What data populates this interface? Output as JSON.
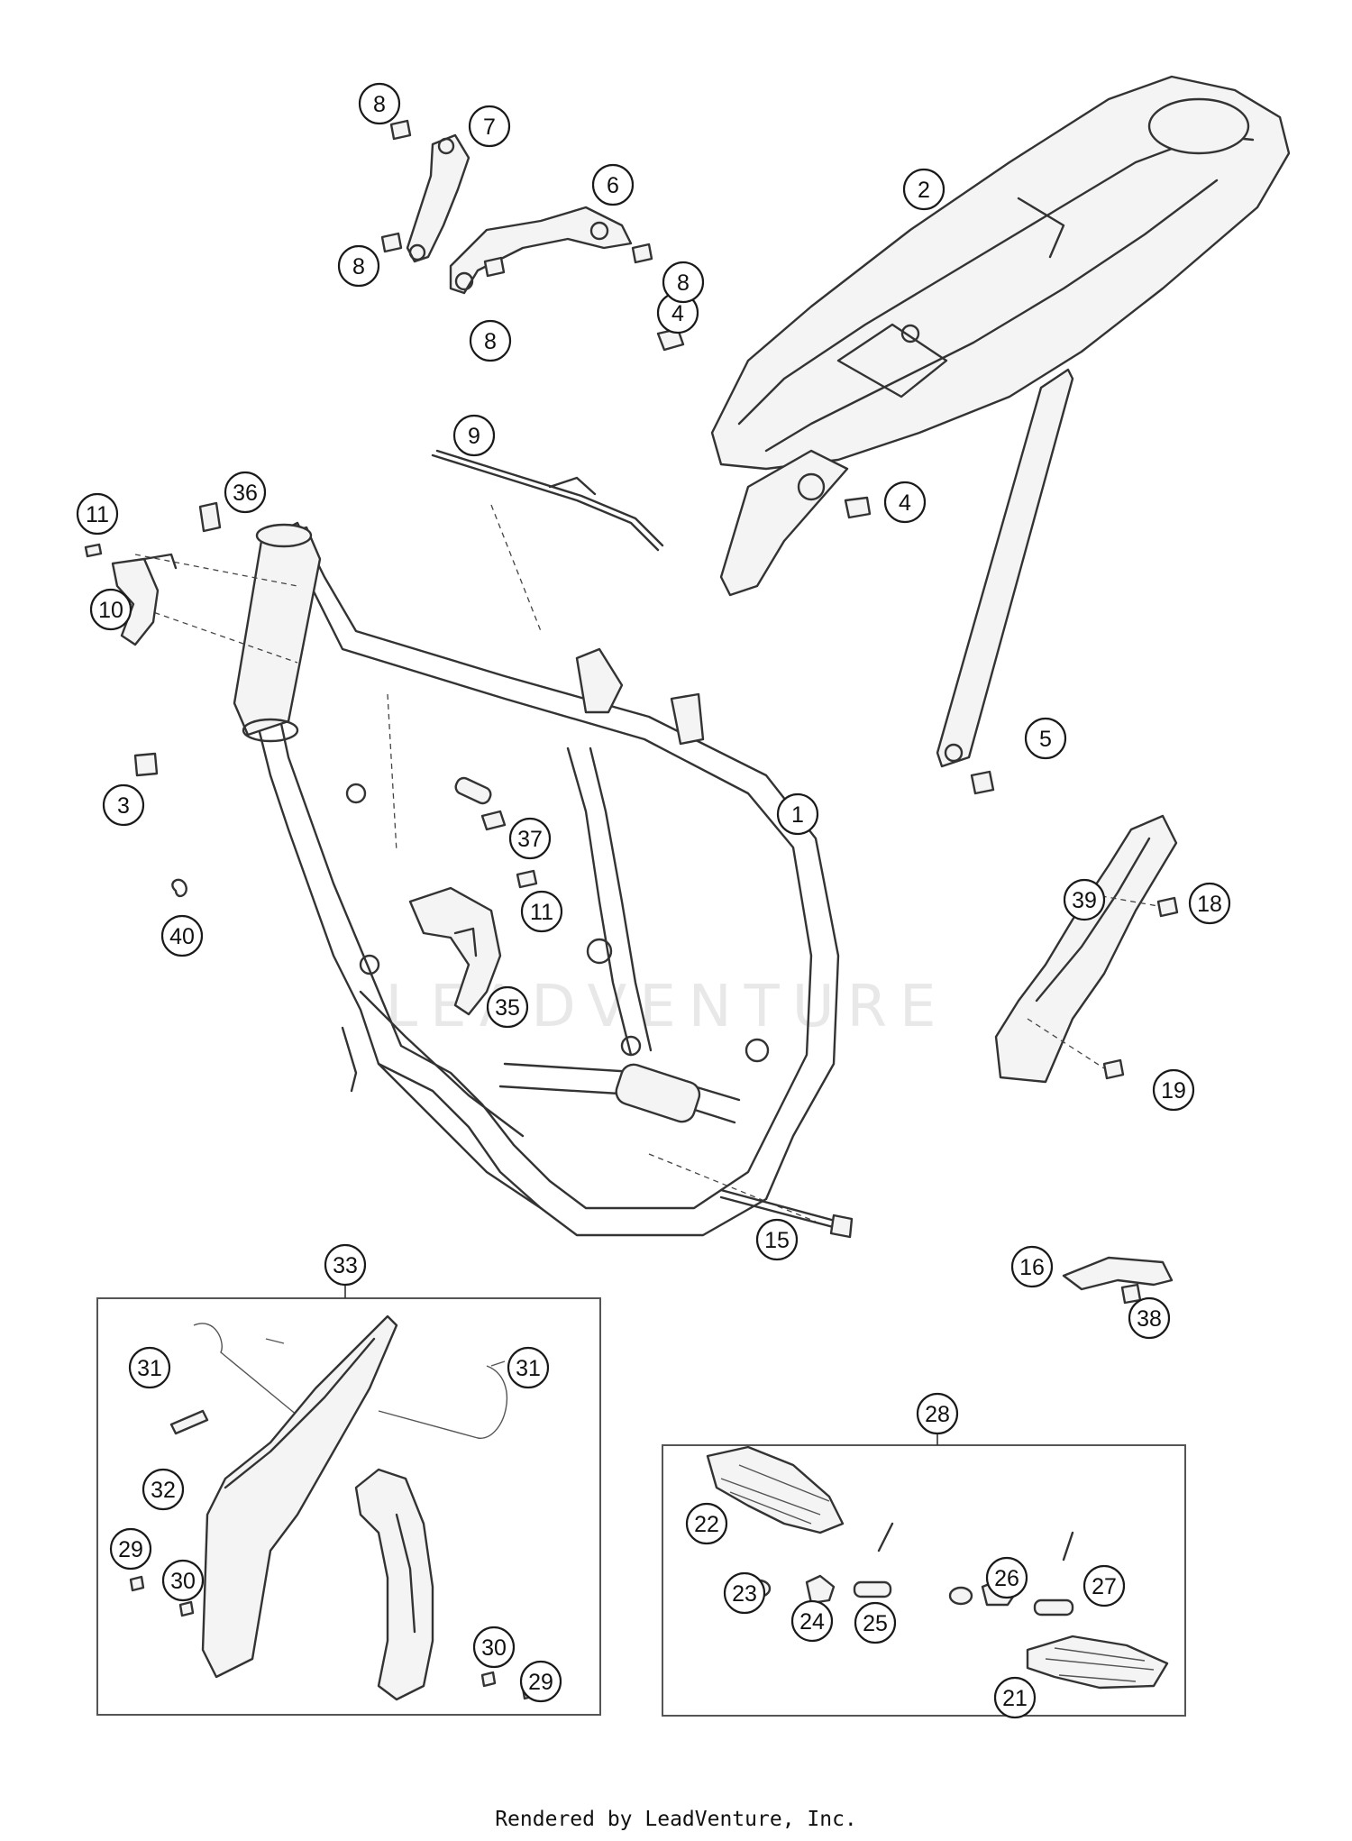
{
  "footer": {
    "rendered_by": "Rendered by LeadVenture, Inc."
  },
  "watermark": {
    "text": "LEADVENTURE"
  },
  "callouts": [
    {
      "id": "c1",
      "label": "1"
    },
    {
      "id": "c2",
      "label": "2"
    },
    {
      "id": "c3",
      "label": "3"
    },
    {
      "id": "c4a",
      "label": "4"
    },
    {
      "id": "c4b",
      "label": "4"
    },
    {
      "id": "c5",
      "label": "5"
    },
    {
      "id": "c6",
      "label": "6"
    },
    {
      "id": "c7",
      "label": "7"
    },
    {
      "id": "c8a",
      "label": "8"
    },
    {
      "id": "c8b",
      "label": "8"
    },
    {
      "id": "c8c",
      "label": "8"
    },
    {
      "id": "c8d",
      "label": "8"
    },
    {
      "id": "c9",
      "label": "9"
    },
    {
      "id": "c10",
      "label": "10"
    },
    {
      "id": "c11a",
      "label": "11"
    },
    {
      "id": "c11b",
      "label": "11"
    },
    {
      "id": "c15",
      "label": "15"
    },
    {
      "id": "c16",
      "label": "16"
    },
    {
      "id": "c18",
      "label": "18"
    },
    {
      "id": "c19",
      "label": "19"
    },
    {
      "id": "c21",
      "label": "21"
    },
    {
      "id": "c22",
      "label": "22"
    },
    {
      "id": "c23",
      "label": "23"
    },
    {
      "id": "c24",
      "label": "24"
    },
    {
      "id": "c25",
      "label": "25"
    },
    {
      "id": "c26",
      "label": "26"
    },
    {
      "id": "c27",
      "label": "27"
    },
    {
      "id": "c28",
      "label": "28"
    },
    {
      "id": "c29a",
      "label": "29"
    },
    {
      "id": "c29b",
      "label": "29"
    },
    {
      "id": "c30a",
      "label": "30"
    },
    {
      "id": "c30b",
      "label": "30"
    },
    {
      "id": "c31a",
      "label": "31"
    },
    {
      "id": "c31b",
      "label": "31"
    },
    {
      "id": "c32",
      "label": "32"
    },
    {
      "id": "c33",
      "label": "33"
    },
    {
      "id": "c35",
      "label": "35"
    },
    {
      "id": "c36",
      "label": "36"
    },
    {
      "id": "c37",
      "label": "37"
    },
    {
      "id": "c38",
      "label": "38"
    },
    {
      "id": "c39",
      "label": "39"
    },
    {
      "id": "c40",
      "label": "40"
    }
  ]
}
